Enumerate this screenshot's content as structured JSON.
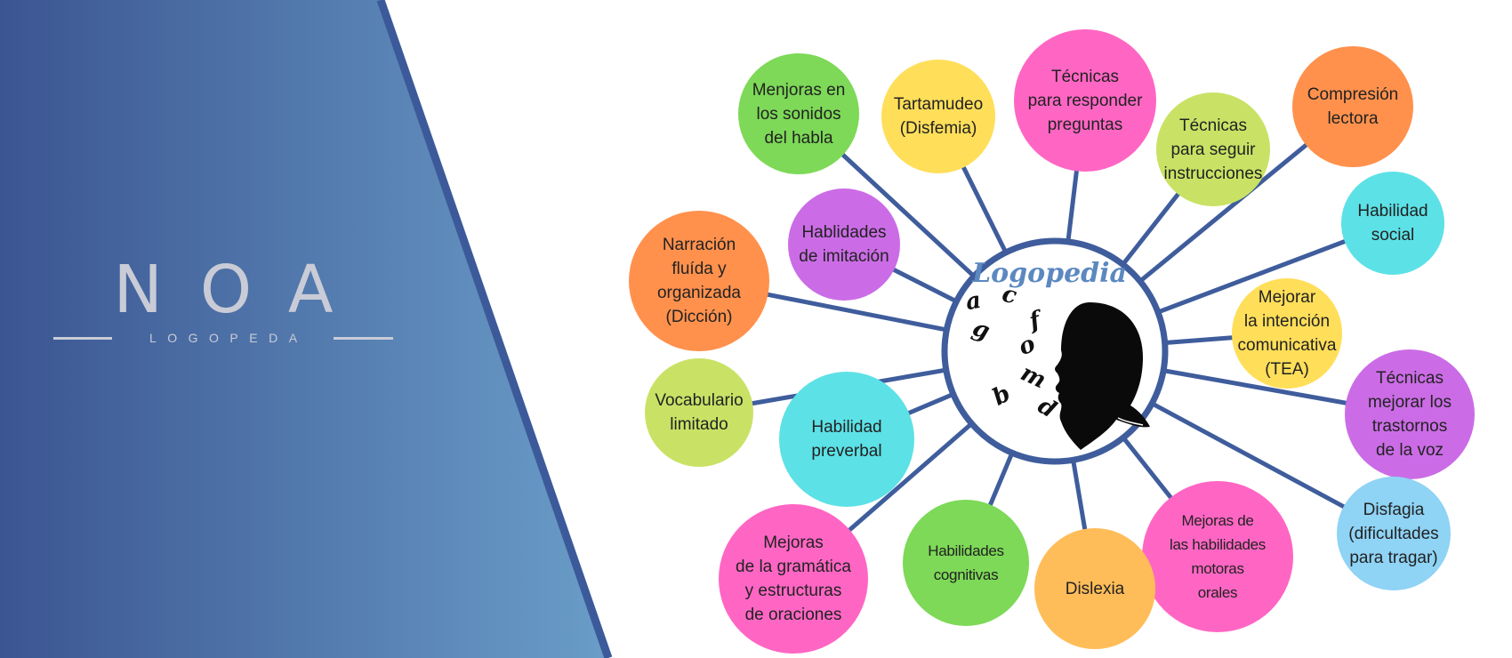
{
  "brand": {
    "name": "NOA",
    "subtitle": "LOGOPEDA",
    "panel_gradient": [
      "#3b5592",
      "#6a9dc8"
    ],
    "panel_border": "#3c5a9a",
    "logo_color": "#c9ccd6"
  },
  "diagram": {
    "hub": {
      "title": "Logopedia",
      "letters": [
        "a",
        "c",
        "f",
        "g",
        "o",
        "m",
        "b",
        "d"
      ],
      "icon": "head-profile-icon",
      "ring_color": "#3f5d9c"
    },
    "line_color": "#3f5d9c",
    "nodes": [
      {
        "id": "menjoras-sonidos",
        "label": "Menjoras en\nlos sonidos\ndel habla",
        "color": "#7dd957"
      },
      {
        "id": "tartamudeo",
        "label": "Tartamudeo\n(Disfemia)",
        "color": "#ffde59"
      },
      {
        "id": "tecnicas-responder",
        "label": "Técnicas\npara responder\npreguntas",
        "color": "#ff66c4"
      },
      {
        "id": "tecnicas-seguir",
        "label": "Técnicas\npara seguir\ninstrucciones",
        "color": "#c9e265"
      },
      {
        "id": "comprension-lectora",
        "label": "Compresión\nlectora",
        "color": "#ff914d"
      },
      {
        "id": "habilidad-social",
        "label": "Habilidad\nsocial",
        "color": "#5ce1e6"
      },
      {
        "id": "intencion-comunicativa",
        "label": "Mejorar\nla intención\ncomunicativa\n(TEA)",
        "color": "#ffde59"
      },
      {
        "id": "trastornos-voz",
        "label": "Técnicas\nmejorar los\ntrastornos\nde la voz",
        "color": "#cb6ce6"
      },
      {
        "id": "disfagia",
        "label": "Disfagia\n(dificultades\npara tragar)",
        "color": "#8fd3f5"
      },
      {
        "id": "motoras-orales",
        "label": "Mejoras de\nlas habilidades\nmotoras\norales",
        "color": "#ff66c4"
      },
      {
        "id": "dislexia",
        "label": "Dislexia",
        "color": "#ffbd59"
      },
      {
        "id": "habilidades-cognitivas",
        "label": "Habilidades\ncognitivas",
        "color": "#7dd957"
      },
      {
        "id": "gramatica",
        "label": "Mejoras\nde la gramática\ny estructuras\nde oraciones",
        "color": "#ff66c4"
      },
      {
        "id": "habilidad-preverbal",
        "label": "Habilidad\npreverbal",
        "color": "#5ce1e6"
      },
      {
        "id": "vocabulario",
        "label": "Vocabulario\nlimitado",
        "color": "#c9e265"
      },
      {
        "id": "narracion",
        "label": "Narración\nfluída y\norganizada\n(Dicción)",
        "color": "#ff914d"
      },
      {
        "id": "imitacion",
        "label": "Hablidades\nde imitación",
        "color": "#cb6ce6"
      }
    ]
  }
}
